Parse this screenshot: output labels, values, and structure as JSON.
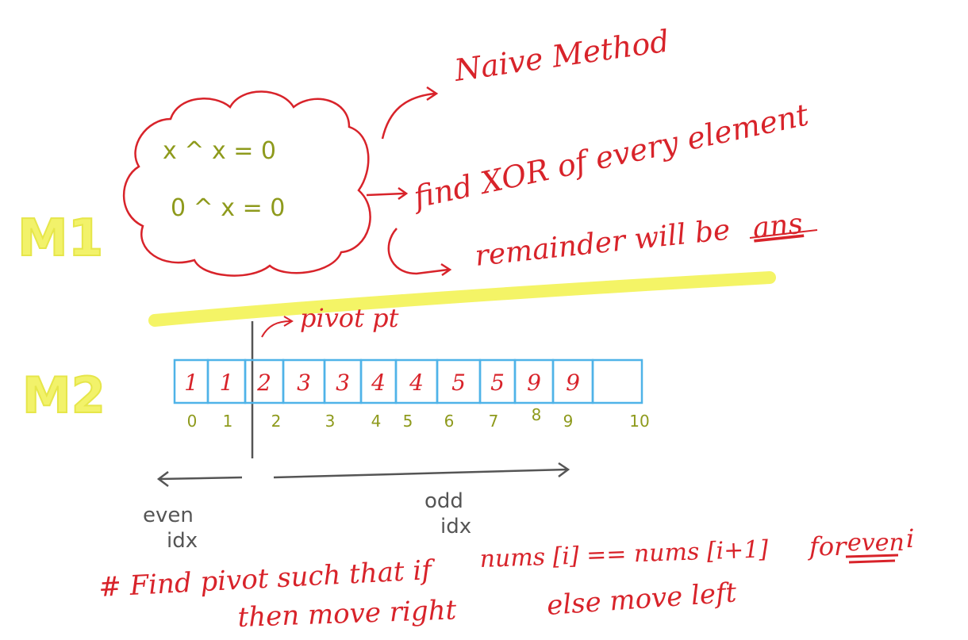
{
  "method1": {
    "label": "M1",
    "title": "Naive Method",
    "identity1": "x ^ x = 0",
    "identity2": "0 ^ x = 0",
    "step1": "find XOR of every element",
    "step2_prefix": "remainder will be",
    "step2_ans": "ans"
  },
  "method2": {
    "label": "M2",
    "pivot_label": "pivot pt",
    "array": [
      "1",
      "1",
      "2",
      "3",
      "3",
      "4",
      "4",
      "5",
      "5",
      "9",
      "9",
      ""
    ],
    "indices": [
      "0",
      "1",
      "2",
      "3",
      "4",
      "5",
      "6",
      "7",
      "8",
      "9",
      "10"
    ],
    "left_label_line1": "even",
    "left_label_line2": "idx",
    "right_label_line1": "odd",
    "right_label_line2": "idx",
    "rule_line1_a": "# Find pivot such that if",
    "rule_line1_b": "nums [i] == nums [i+1]",
    "rule_line1_c": "for",
    "rule_line1_d": "even",
    "rule_line1_e": "i",
    "rule_line2_a": "then move right",
    "rule_line2_b": "else move left"
  },
  "colors": {
    "ink_red": "#d8232a",
    "ink_green": "#8e9a1c",
    "ink_gray": "#555555",
    "cell_border": "#4fb3e8",
    "highlighter": "#f4f466"
  }
}
